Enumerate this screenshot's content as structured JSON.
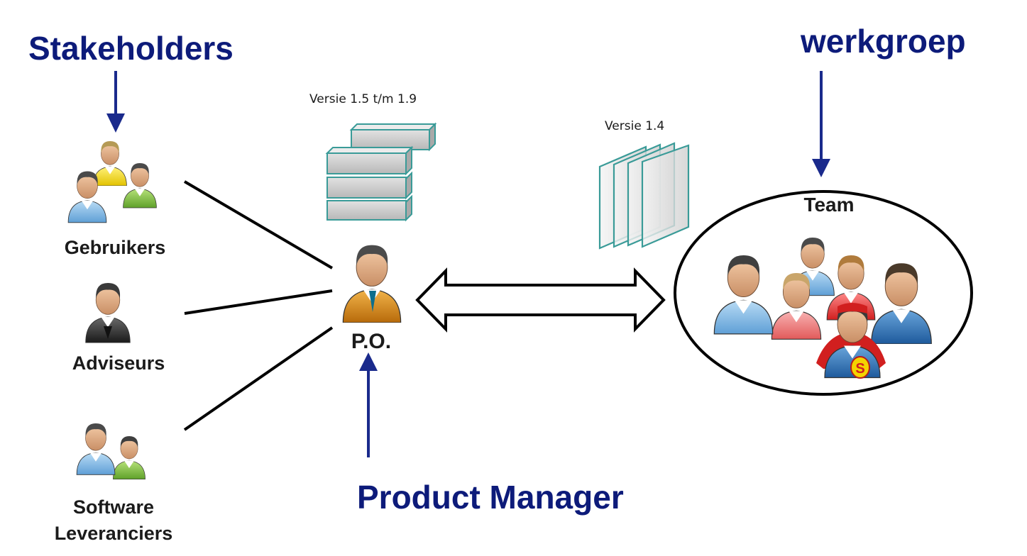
{
  "titles": {
    "stakeholders": "Stakeholders",
    "werkgroep": "werkgroep",
    "product_manager": "Product Manager"
  },
  "groups": {
    "gebruikers": "Gebruikers",
    "adviseurs": "Adviseurs",
    "software_line1": "Software",
    "software_line2": "Leveranciers"
  },
  "po_label": "P.O.",
  "team_label": "Team",
  "versions": {
    "backlog": "Versie 1.5 t/m 1.9",
    "release": "Versie 1.4"
  },
  "hero_badge": "S",
  "colors": {
    "title": "#0d1b7a",
    "arrow": "#1a2a8c",
    "block_fill": "#c8c8c8",
    "block_edge": "#3a9b98",
    "connector": "#000000"
  },
  "icons": [
    "people-group-icon",
    "person-suit-icon",
    "person-pair-icon",
    "product-owner-icon",
    "team-group-icon",
    "superhero-icon"
  ]
}
